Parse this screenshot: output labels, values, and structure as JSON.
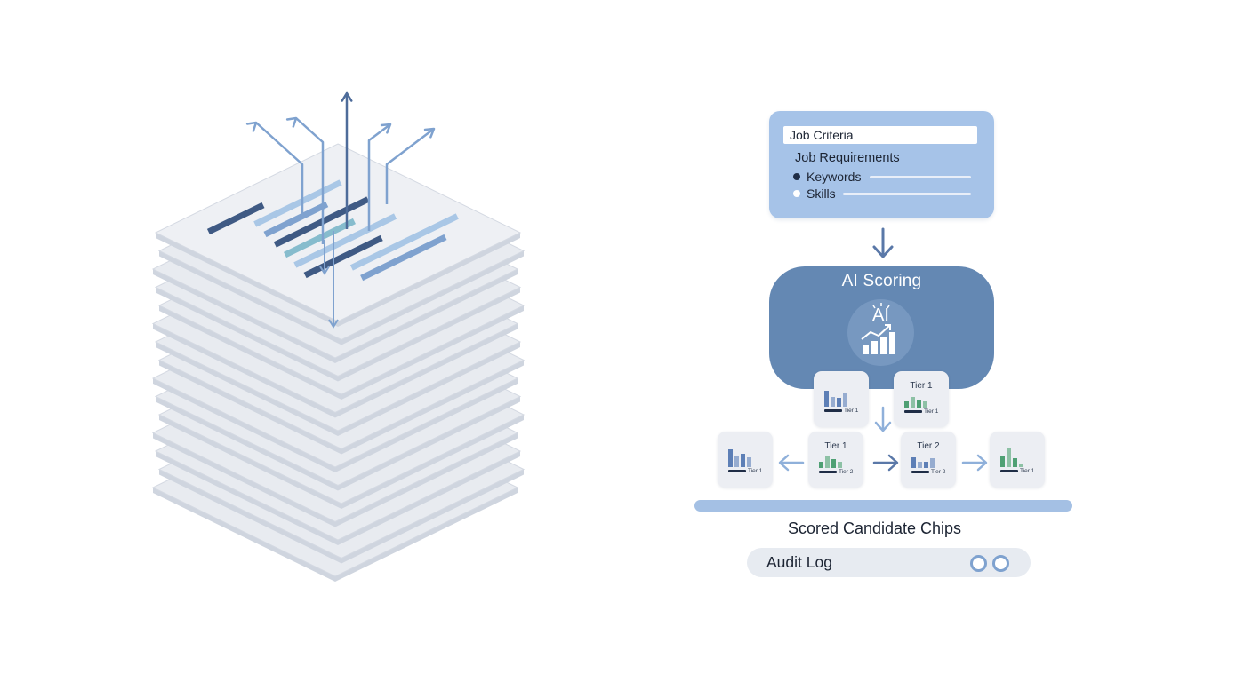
{
  "criteria": {
    "title": "Job Criteria",
    "subtitle": "Job Requirements",
    "items": [
      "Keywords",
      "Skills"
    ]
  },
  "ai": {
    "title": "AI Scoring",
    "badge": "AI"
  },
  "chips": [
    {
      "tier": "",
      "mini": "Tier 1",
      "bars": [
        0.8,
        0.5,
        0.45,
        0.7
      ],
      "color": "#5d7fb6"
    },
    {
      "tier": "Tier 1",
      "mini": "Tier 1",
      "bars": [
        0.5,
        0.8,
        0.55,
        0.45
      ],
      "color": "#4fa074"
    },
    {
      "tier": "",
      "mini": "Tier 1",
      "bars": [
        0.9,
        0.6,
        0.7,
        0.5
      ],
      "color": "#5d7fb6"
    },
    {
      "tier": "Tier 1",
      "mini": "Tier 2",
      "bars": [
        0.5,
        0.9,
        0.7,
        0.5
      ],
      "color": "#4fa074"
    },
    {
      "tier": "Tier 2",
      "mini": "Tier 2",
      "bars": [
        0.8,
        0.45,
        0.5,
        0.75
      ],
      "color": "#5d7fb6"
    },
    {
      "tier": "",
      "mini": "Tier 1",
      "bars": [
        0.6,
        1.0,
        0.45,
        0.2
      ],
      "color": "#4fa074"
    }
  ],
  "output": {
    "label": "Scored Candidate Chips",
    "audit": "Audit Log"
  },
  "colors": {
    "accent_light": "#a6c3e8",
    "accent_dark": "#6488b3",
    "green": "#4fa074",
    "blue": "#5d7fb6"
  }
}
